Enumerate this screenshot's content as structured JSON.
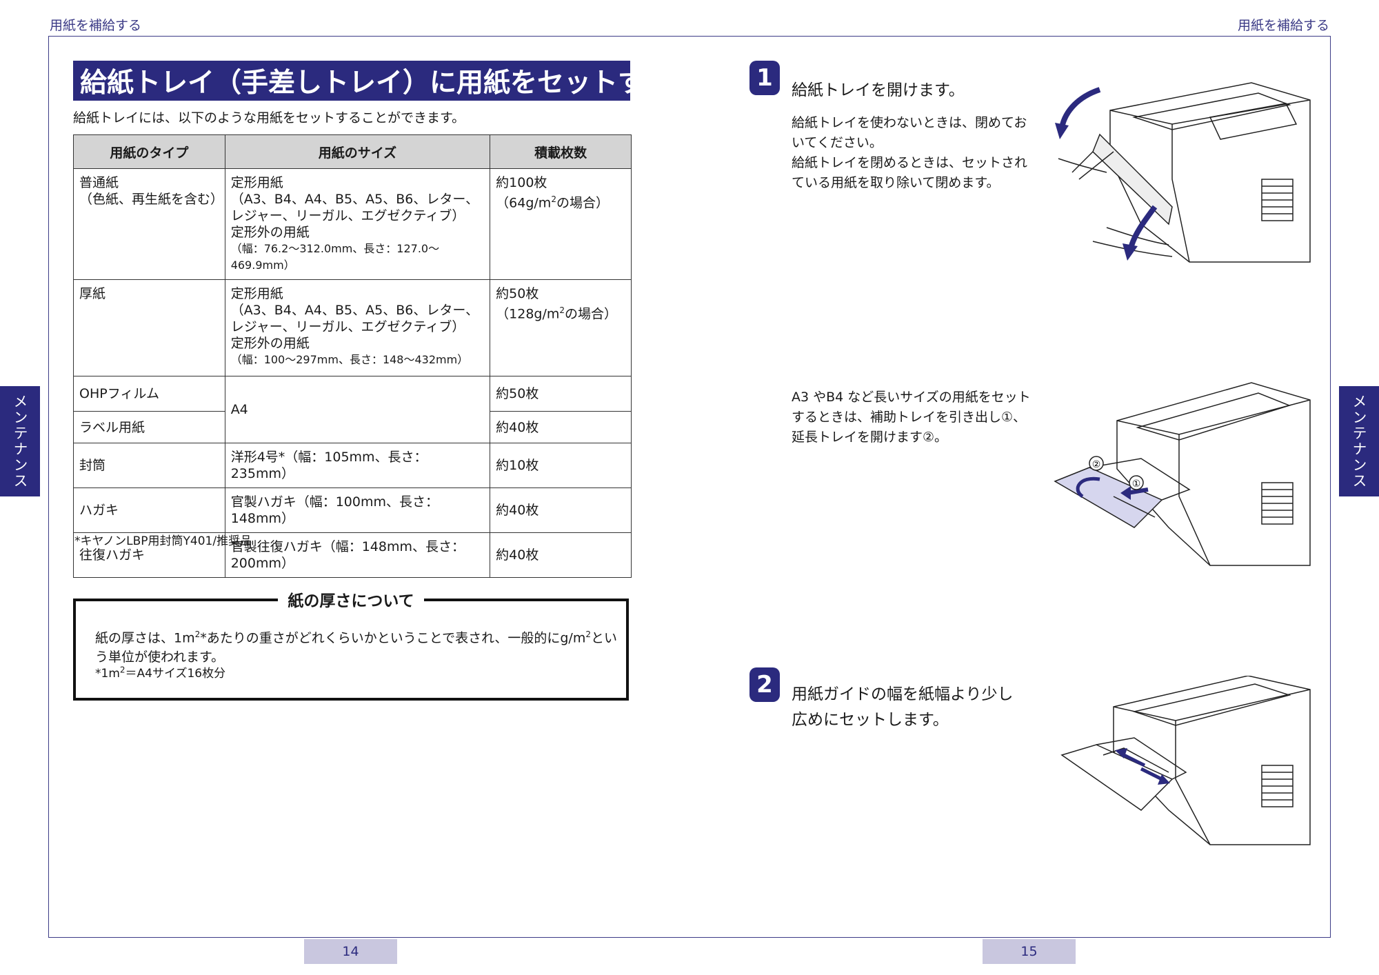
{
  "header": {
    "left": "用紙を補給する",
    "right": "用紙を補給する"
  },
  "side_tab": {
    "left": "メンテナンス",
    "right": "メンテナンス"
  },
  "page_numbers": {
    "left": "14",
    "right": "15"
  },
  "title": "給紙トレイ（手差しトレイ）に用紙をセットする",
  "intro": "給紙トレイには、以下のような用紙をセットすることができます。",
  "table": {
    "headers": [
      "用紙のタイプ",
      "用紙のサイズ",
      "積載枚数"
    ],
    "rows": [
      {
        "type_line1": "普通紙",
        "type_line2": "（色紙、再生紙を含む）",
        "size_line1": "定形用紙",
        "size_line2": "（A3、B4、A4、B5、A5、B6、レター、",
        "size_line3": "レジャー、リーガル、エグゼクティブ）",
        "size_line4": "定形外の用紙",
        "size_line5": "（幅：76.2〜312.0mm、長さ：127.0〜469.9mm）",
        "count_line1": "約100枚",
        "count_line2a": "（64g/m",
        "count_sup": "2",
        "count_line2b": "の場合）"
      },
      {
        "type_line1": "厚紙",
        "size_line1": "定形用紙",
        "size_line2": "（A3、B4、A4、B5、A5、B6、レター、",
        "size_line3": "レジャー、リーガル、エグゼクティブ）",
        "size_line4": "定形外の用紙",
        "size_line5": "（幅：100〜297mm、長さ：148〜432mm）",
        "count_line1": "約50枚",
        "count_line2a": "（128g/m",
        "count_sup": "2",
        "count_line2b": "の場合）"
      },
      {
        "type": "OHPフィルム",
        "size": "A4",
        "count": "約50枚"
      },
      {
        "type": "ラベル用紙",
        "count": "約40枚"
      },
      {
        "type": "封筒",
        "size": "洋形4号*（幅：105mm、長さ：235mm）",
        "count": "約10枚"
      },
      {
        "type": "ハガキ",
        "size": "官製ハガキ（幅：100mm、長さ：148mm）",
        "count": "約40枚"
      },
      {
        "type": "往復ハガキ",
        "size": "官製往復ハガキ（幅：148mm、長さ：200mm）",
        "count": "約40枚"
      }
    ]
  },
  "footnote": "*キヤノンLBP用封筒Y401/推奨品",
  "note": {
    "title": "紙の厚さについて",
    "body_a": "紙の厚さは、1m",
    "body_sup1": "2",
    "body_b": "*あたりの重さがどれくらいかということで表され、一般的にg/m",
    "body_sup2": "2",
    "body_c": "という単位が使われます。",
    "sub_a": "*1m",
    "sub_sup": "2",
    "sub_b": "＝A4サイズ16枚分"
  },
  "steps": [
    {
      "number": "1",
      "title": "給紙トレイを開けます。",
      "body1": "給紙トレイを使わないときは、閉めておいてください。",
      "body2": "給紙トレイを閉めるときは、セットされている用紙を取り除いて閉めます。",
      "body3": "A3 やB4 など長いサイズの用紙をセットするときは、補助トレイを引き出し①、延長トレイを開けます②。"
    },
    {
      "number": "2",
      "title_line1": "用紙ガイドの幅を紙幅より少し",
      "title_line2": "広めにセットします。"
    }
  ],
  "illustration_labels": {
    "marker1": "①",
    "marker2": "②"
  },
  "colors": {
    "accent": "#2b2a7e",
    "header_text": "#3b3a86",
    "page_box": "#c9c7df",
    "table_header": "#d4d4d4"
  }
}
